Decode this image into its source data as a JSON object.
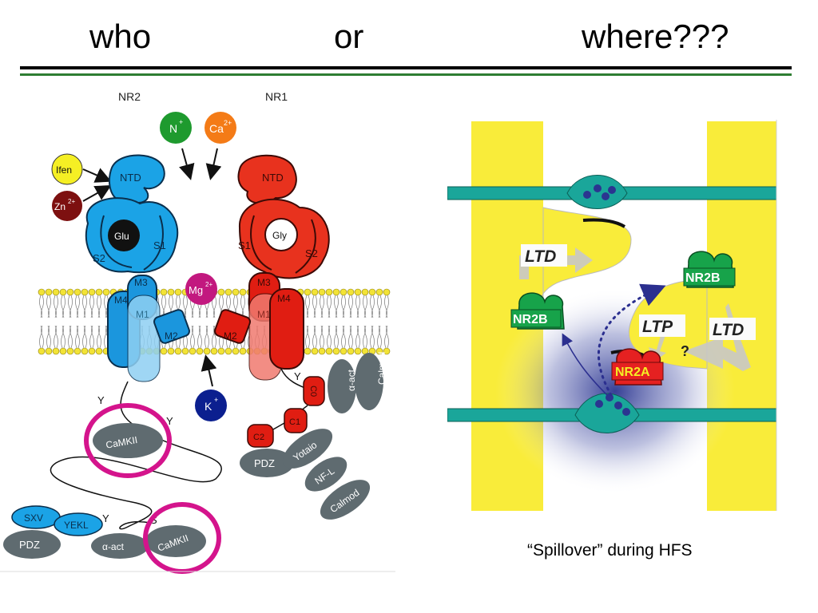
{
  "header": {
    "word_who": "who",
    "word_or": "or",
    "word_where": "where???"
  },
  "left": {
    "subunit_left": "NR2",
    "subunit_right": "NR1",
    "ion_n": "N",
    "ion_n_sup": "+",
    "ion_ca": "Ca",
    "ion_ca_sup": "2+",
    "ion_mg": "Mg",
    "ion_mg_sup": "2+",
    "ion_k": "K",
    "ion_k_sup": "+",
    "ifen": "Ifen",
    "zn": "Zn",
    "zn_sup": "2+",
    "ntd": "NTD",
    "glu": "Glu",
    "gly": "Gly",
    "s1": "S1",
    "s2": "S2",
    "m1": "M1",
    "m2": "M2",
    "m3": "M3",
    "m4": "M4",
    "y": "Y",
    "s": "S",
    "c0": "C0",
    "c1": "C1",
    "c2": "C2",
    "camkii": "CaMKII",
    "sxv": "SXV",
    "yekl": "YEKL",
    "pdz": "PDZ",
    "alpha_act": "α-act",
    "calmod": "Calmod",
    "yotaio": "Yotaio",
    "nfl": "NF-L",
    "colors": {
      "nr2": "#1ba3e6",
      "nr1": "#e8321e",
      "highlight": "#d4148c",
      "partner": "#5f6b70"
    }
  },
  "right": {
    "ltd_top": "LTD",
    "ltd_right": "LTD",
    "ltp": "LTP",
    "question": "?",
    "nr2b_left": "NR2B",
    "nr2b_right": "NR2B",
    "nr2a": "NR2A",
    "colors": {
      "neuron": "#f9ec3a",
      "process": "#1aa69a",
      "nr2b": "#17a34a",
      "nr2a": "#e52121"
    }
  },
  "caption": "“Spillover” during HFS"
}
